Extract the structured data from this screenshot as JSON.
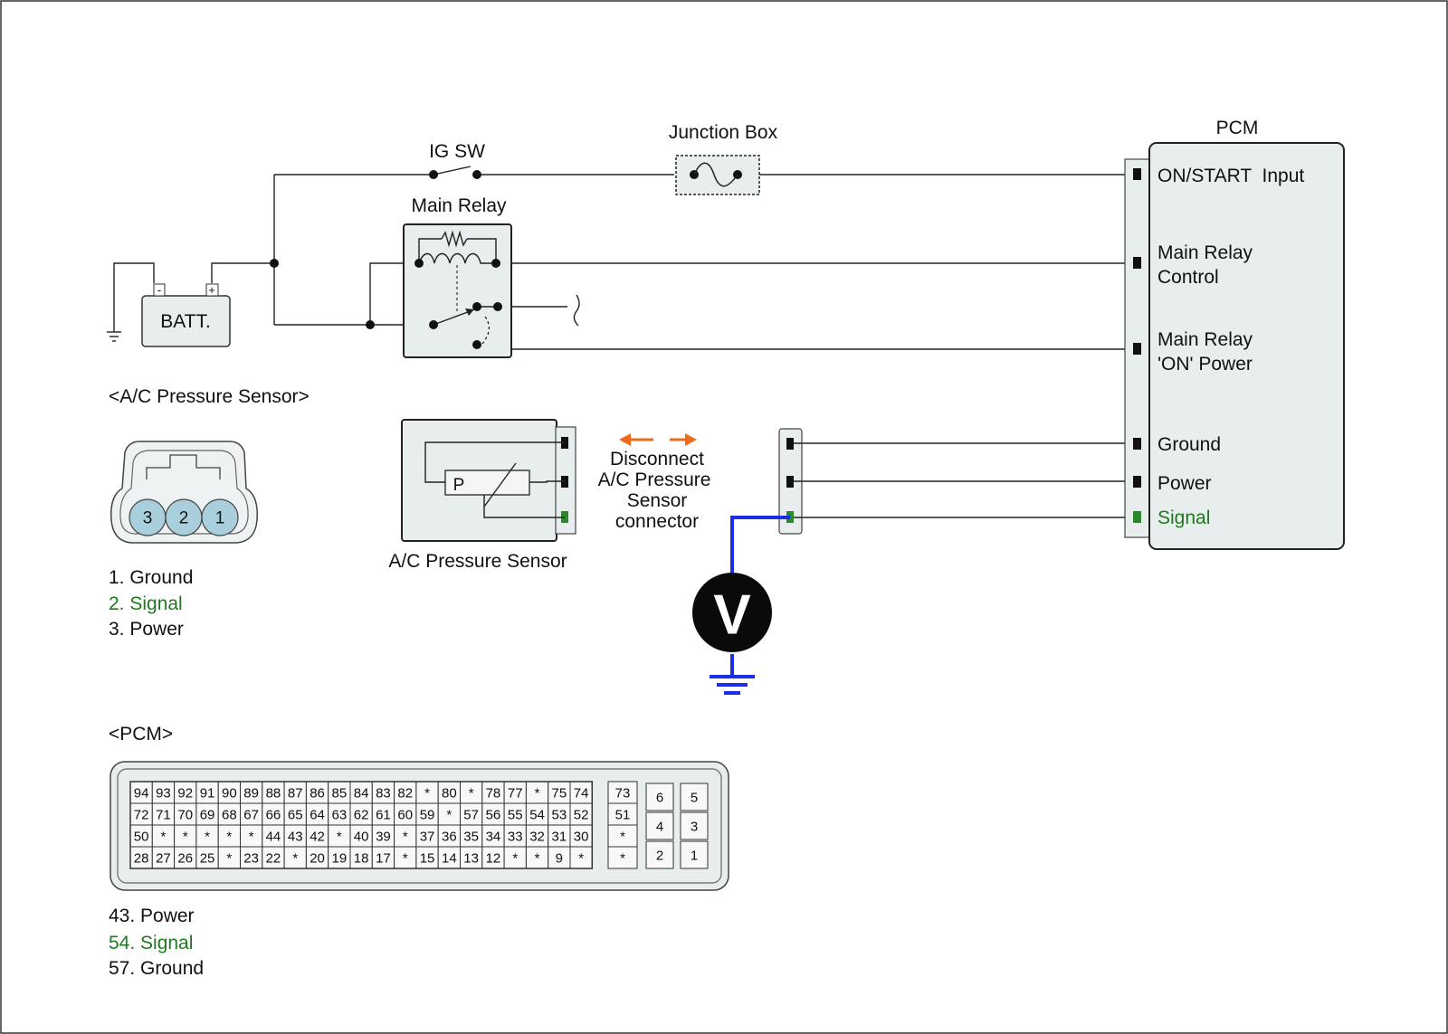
{
  "labels": {
    "ig_sw": "IG SW",
    "junction_box": "Junction Box",
    "pcm": "PCM",
    "main_relay": "Main Relay",
    "batt": "BATT.",
    "batt_neg": "-",
    "batt_pos": "+",
    "ac_sensor_connector_title": "<A/C Pressure Sensor>",
    "ac_sensor_unit": "A/C Pressure Sensor",
    "sensor_p": "P",
    "disconnect_note": [
      "Disconnect",
      "A/C Pressure",
      "Sensor",
      "connector"
    ],
    "voltmeter": "V",
    "pcm_connector_title": "<PCM>"
  },
  "pcm_pins": {
    "on_start": "ON/START  Input",
    "main_relay_control": [
      "Main Relay",
      "Control"
    ],
    "main_relay_on_power": [
      "Main Relay",
      "'ON' Power"
    ],
    "ground": "Ground",
    "power": "Power",
    "signal": "Signal"
  },
  "sensor_connector": {
    "pins": [
      "3",
      "2",
      "1"
    ],
    "legend": [
      "1. Ground",
      "2. Signal",
      "3. Power"
    ]
  },
  "pcm_connector": {
    "rows": [
      [
        "94",
        "93",
        "92",
        "91",
        "90",
        "89",
        "88",
        "87",
        "86",
        "85",
        "84",
        "83",
        "82",
        "*",
        "80",
        "*",
        "78",
        "77",
        "*",
        "75",
        "74"
      ],
      [
        "72",
        "71",
        "70",
        "69",
        "68",
        "67",
        "66",
        "65",
        "64",
        "63",
        "62",
        "61",
        "60",
        "59",
        "*",
        "57",
        "56",
        "55",
        "54",
        "53",
        "52"
      ],
      [
        "50",
        "*",
        "*",
        "*",
        "*",
        "*",
        "44",
        "43",
        "42",
        "*",
        "40",
        "39",
        "*",
        "37",
        "36",
        "35",
        "34",
        "33",
        "32",
        "31",
        "30"
      ],
      [
        "28",
        "27",
        "26",
        "25",
        "*",
        "23",
        "22",
        "*",
        "20",
        "19",
        "18",
        "17",
        "*",
        "15",
        "14",
        "13",
        "12",
        "*",
        "*",
        "9",
        "*"
      ]
    ],
    "mid_column": [
      "73",
      "51",
      "*",
      "*"
    ],
    "right_block": [
      [
        "6",
        "5"
      ],
      [
        "4",
        "3"
      ],
      [
        "2",
        "1"
      ]
    ],
    "highlighted": [
      "43",
      "54",
      "57"
    ],
    "legend": [
      "43. Power",
      "54. Signal",
      "57. Ground"
    ]
  },
  "colors": {
    "signal_green": "#1f7a1f",
    "meter_wire_blue": "#1b2ee6",
    "arrow_orange": "#ef6b1a",
    "pin_highlight": "#a9cfdc",
    "box_fill": "#e8eeee"
  }
}
